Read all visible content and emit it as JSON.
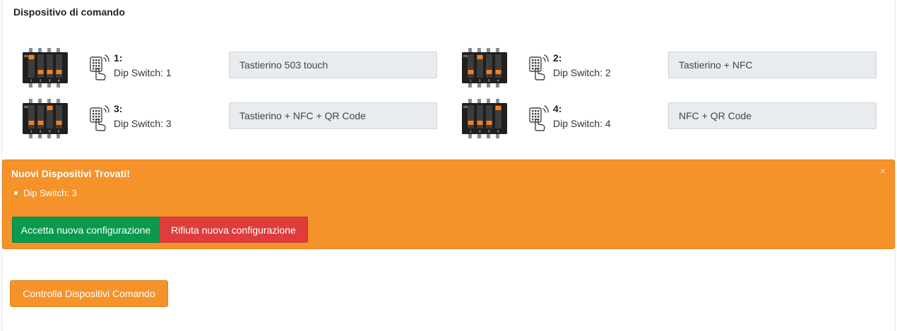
{
  "section": {
    "title": "Dispositivo di comando"
  },
  "devices": [
    {
      "number": "1:",
      "label": "Dip Switch: 1",
      "value": "Tastierino 503 touch",
      "switches_on": [
        1
      ]
    },
    {
      "number": "2:",
      "label": "Dip Switch: 2",
      "value": "Tastierino + NFC",
      "switches_on": [
        2
      ]
    },
    {
      "number": "3:",
      "label": "Dip Switch: 3",
      "value": "Tastierino + NFC + QR Code",
      "switches_on": [
        3
      ]
    },
    {
      "number": "4:",
      "label": "Dip Switch: 4",
      "value": "NFC + QR Code",
      "switches_on": [
        4
      ]
    }
  ],
  "dip_switch": {
    "on_text": "ON",
    "positions": [
      "1",
      "2",
      "3",
      "4"
    ]
  },
  "alert": {
    "title": "Nuovi Dispositivi Trovati!",
    "close": "×",
    "items": [
      "Dip Switch: 3"
    ],
    "accept_label": "Accetta nuova configurazione",
    "reject_label": "Rifiuta nuova configurazione"
  },
  "check_button": {
    "label": "Controlla Dispositivi Comando"
  },
  "colors": {
    "accent": "#f5922a",
    "success": "#0a9a4e",
    "danger": "#df3d3d",
    "switch_body": "#1f1f1f",
    "switch_lever": "#f37f20"
  }
}
